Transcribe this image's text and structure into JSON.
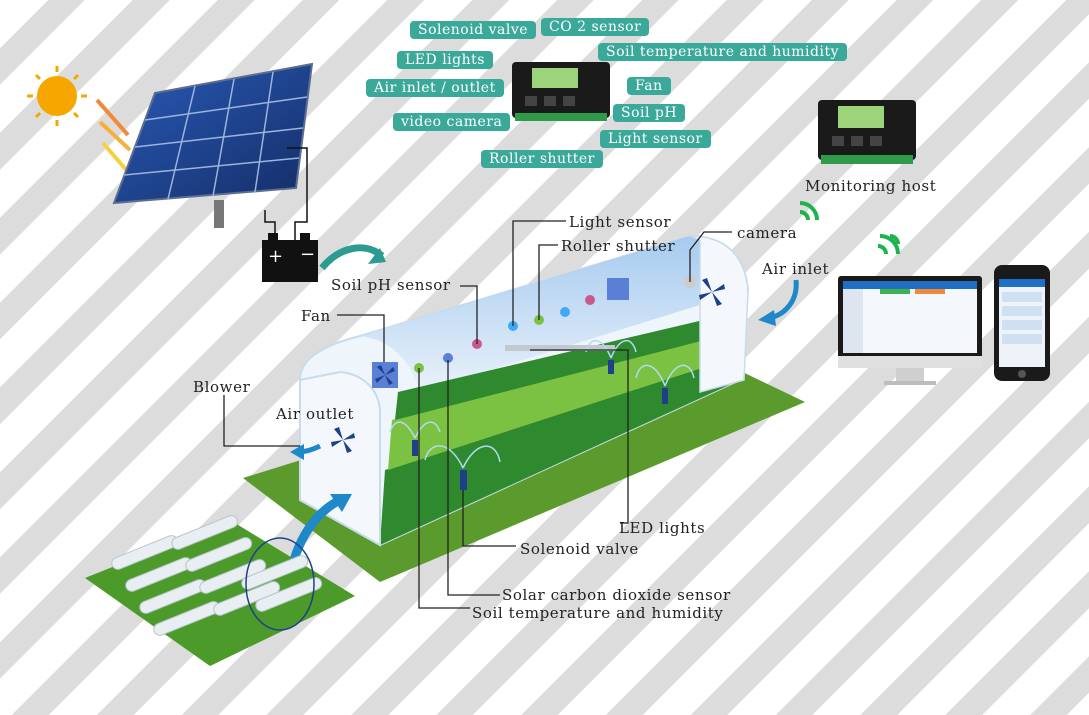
{
  "controller_labels": {
    "solenoid_valve": "Solenoid valve",
    "co2_sensor": "CO 2 sensor",
    "led_lights": "LED lights",
    "soil_temp_humidity": "Soil temperature and humidity",
    "air_inlet_outlet": "Air inlet / outlet",
    "fan": "Fan",
    "video_camera": "video camera",
    "soil_ph": "Soil pH",
    "light_sensor": "Light sensor",
    "roller_shutter": "Roller shutter"
  },
  "monitoring": {
    "host_label": "Monitoring host"
  },
  "greenhouse_labels": {
    "light_sensor": "Light sensor",
    "roller_shutter": "Roller shutter",
    "camera": "camera",
    "air_inlet": "Air inlet",
    "soil_ph_sensor": "Soil pH sensor",
    "fan": "Fan",
    "blower": "Blower",
    "air_outlet": "Air outlet",
    "led_lights": "LED lights",
    "solenoid_valve": "Solenoid valve",
    "solar_co2_sensor": "Solar carbon dioxide sensor",
    "soil_temp_humidity": "Soil temperature and humidity"
  },
  "battery": {
    "plus": "+",
    "minus": "−"
  },
  "colors": {
    "pill_bg": "#3aa99a",
    "grass": "#2f8a2f",
    "grass_light": "#7cc242",
    "panel": "#1f3f8a",
    "sun": "#f7a600",
    "arrow": "#1e88c8",
    "wifi": "#1db34e"
  }
}
